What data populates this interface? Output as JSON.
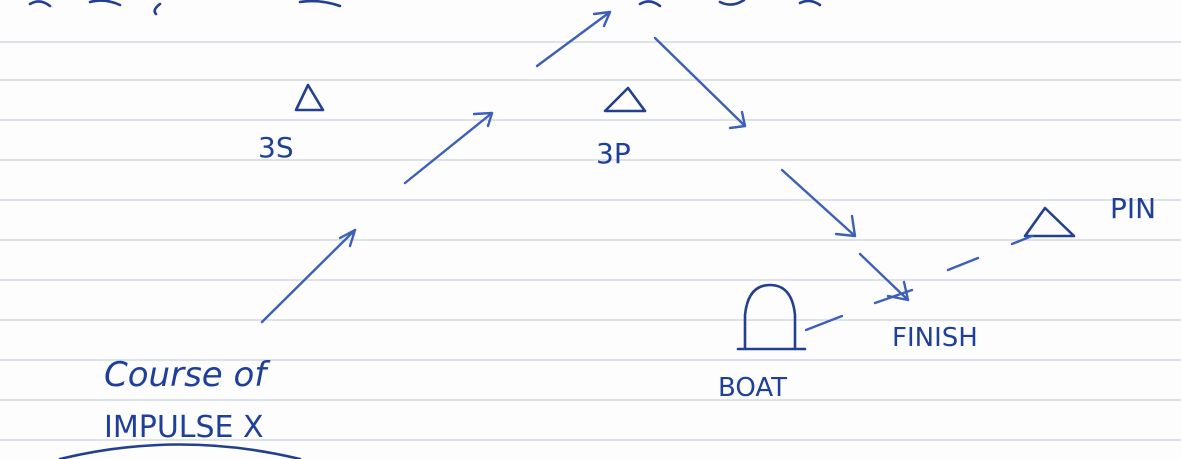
{
  "labels": {
    "top_scribble": "…",
    "mark_3s": "3S",
    "mark_3p": "3P",
    "pin": "PIN",
    "finish": "FINISH",
    "boat": "BOAT",
    "course_line1": "Course of",
    "course_line2": "IMPULSE X"
  },
  "colors": {
    "ink": "#3c5fb8",
    "ink_dark": "#233f8f",
    "ruling": "#bcc6d4",
    "paper": "#fdfdfd"
  }
}
